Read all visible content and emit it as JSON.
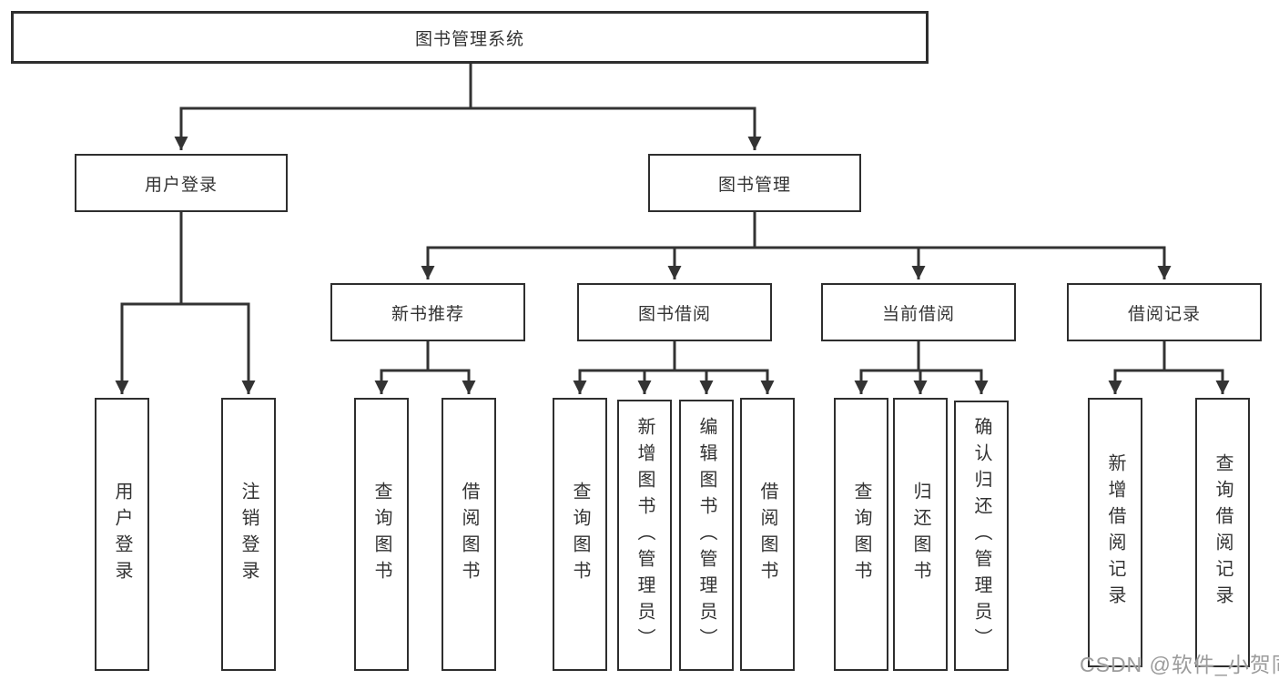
{
  "diagram": {
    "tree": {
      "root": {
        "label": "图书管理系统",
        "children": [
          {
            "label": "用户登录",
            "children": [
              {
                "label": "用户登录"
              },
              {
                "label": "注销登录"
              }
            ]
          },
          {
            "label": "图书管理",
            "children": [
              {
                "label": "新书推荐",
                "children": [
                  {
                    "label": "查询图书"
                  },
                  {
                    "label": "借阅图书"
                  }
                ]
              },
              {
                "label": "图书借阅",
                "children": [
                  {
                    "label": "查询图书"
                  },
                  {
                    "label": "新增图书（管理员）"
                  },
                  {
                    "label": "编辑图书（管理员）"
                  },
                  {
                    "label": "借阅图书"
                  }
                ]
              },
              {
                "label": "当前借阅",
                "children": [
                  {
                    "label": "查询图书"
                  },
                  {
                    "label": "归还图书"
                  },
                  {
                    "label": "确认归还（管理员）"
                  }
                ]
              },
              {
                "label": "借阅记录",
                "children": [
                  {
                    "label": "新增借阅记录"
                  },
                  {
                    "label": "查询借阅记录"
                  }
                ]
              }
            ]
          }
        ]
      }
    },
    "colors": {
      "line": "#333333",
      "box_border": "#2e2e2e",
      "text": "#333333",
      "watermark": "#9c9c9c",
      "background": "#ffffff"
    }
  },
  "watermark": {
    "text": "CSDN @软件_小贺同学"
  }
}
